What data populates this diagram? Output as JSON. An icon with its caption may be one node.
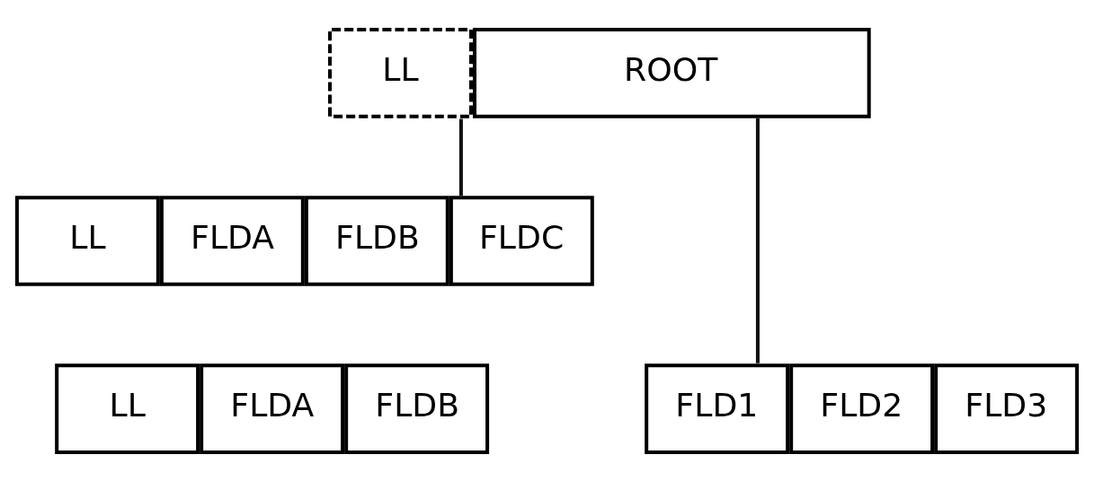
{
  "diagram": {
    "nodes": [
      {
        "text": [
          "LL",
          "ROOT"
        ]
      },
      {
        "text": [
          "LL",
          "FLDA",
          "FLDB",
          "FLDC"
        ]
      },
      {
        "text": [
          "LL",
          "FLDA",
          "FLDB"
        ]
      },
      {
        "text": [
          "FLD1",
          "FLD2",
          "FLD3"
        ]
      }
    ],
    "edges": [
      {
        "from": 0,
        "to": 1,
        "arrow": "none"
      },
      {
        "from": 0,
        "to": 3,
        "arrow": "none"
      }
    ]
  }
}
